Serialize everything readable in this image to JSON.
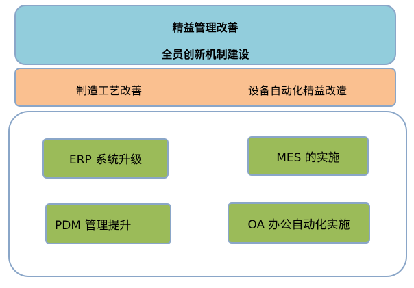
{
  "top": {
    "line1": "精益管理改善",
    "line2": "全员创新机制建设"
  },
  "middle": {
    "item1": "制造工艺改善",
    "item2": "设备自动化精益改造"
  },
  "lower": {
    "items": [
      "ERP 系统升级",
      "MES 的实施",
      "PDM 管理提升",
      "OA 办公自动化实施"
    ]
  },
  "colors": {
    "top_fill": "#92cddc",
    "middle_fill": "#fac090",
    "green_fill": "#9bbb59",
    "border": "#8aa6c8"
  }
}
